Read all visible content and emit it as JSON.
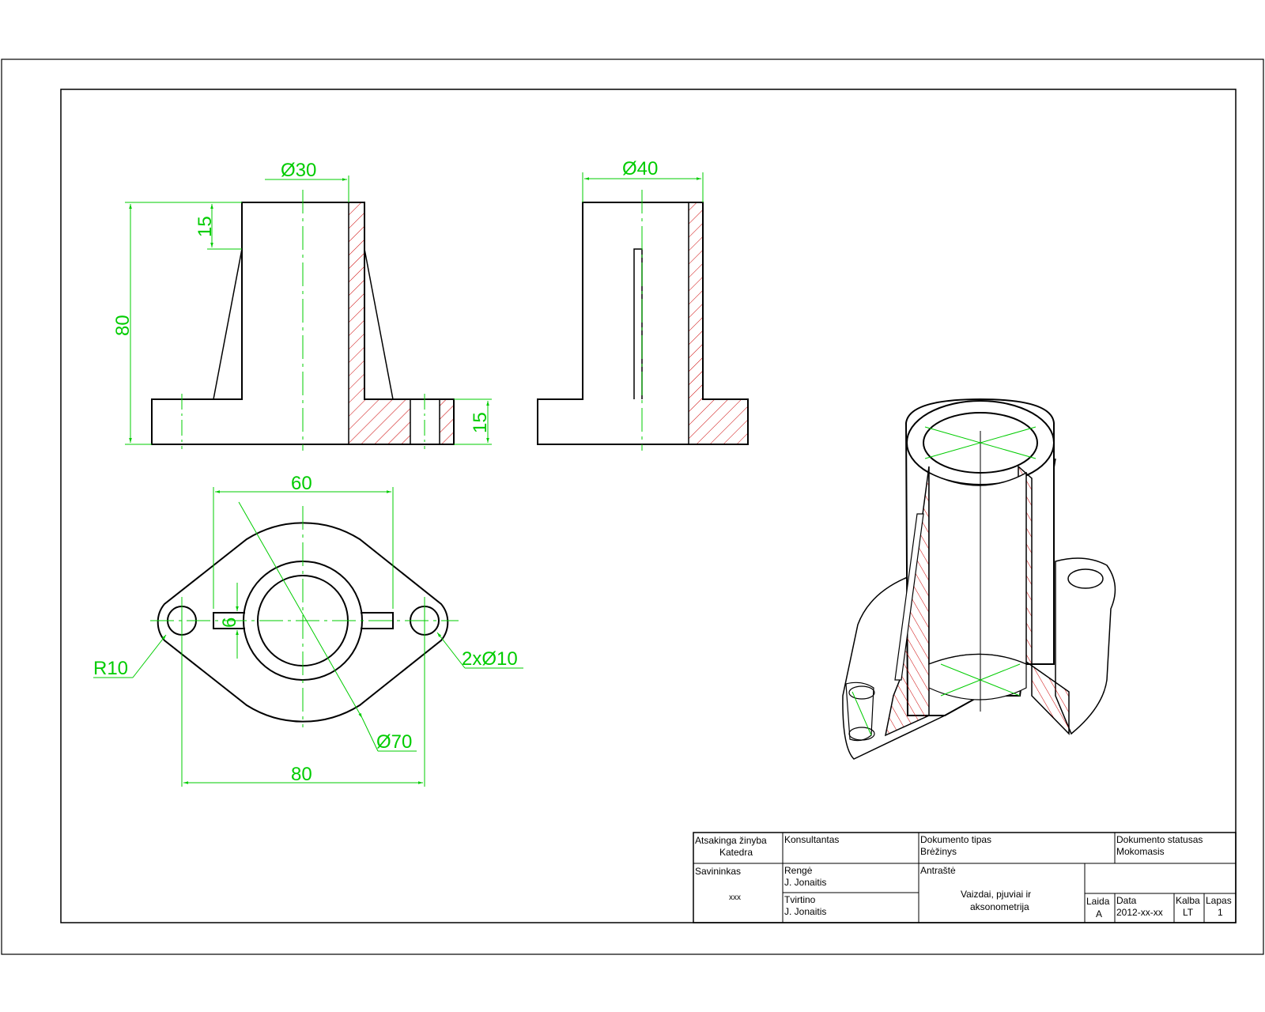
{
  "colors": {
    "outline": "#000000",
    "dimension": "#00cc00",
    "hatch": "#cc0000",
    "background": "#ffffff"
  },
  "dimensions": {
    "front_dia_top": "Ø30",
    "front_height_15": "15",
    "front_height_80": "80",
    "front_base_15": "15",
    "side_dia": "Ø40",
    "plan_width_60": "60",
    "plan_slot_6": "6",
    "plan_radius": "R10",
    "plan_holes": "2xØ10",
    "plan_outer_dia": "Ø70",
    "plan_width_80": "80"
  },
  "title_block": {
    "responsible_unit_label": "Atsakinga žinyba",
    "responsible_unit_value": "Katedra",
    "consultant_label": "Konsultantas",
    "doc_type_label": "Dokumento tipas",
    "doc_type_value": "Brėžinys",
    "doc_status_label": "Dokumento statusas",
    "doc_status_value": "Mokomasis",
    "owner_label": "Savininkas",
    "owner_value": "xxx",
    "prepared_label": "Rengė",
    "prepared_value": "J. Jonaitis",
    "approved_label": "Tvirtino",
    "approved_value": "J. Jonaitis",
    "title_label": "Antraštė",
    "title_line1": "Vaizdai, pjuviai ir",
    "title_line2": "aksonometrija",
    "issue_label": "Laida",
    "issue_value": "A",
    "date_label": "Data",
    "date_value": "2012-xx-xx",
    "language_label": "Kalba",
    "language_value": "LT",
    "sheet_label": "Lapas",
    "sheet_value": "1"
  }
}
